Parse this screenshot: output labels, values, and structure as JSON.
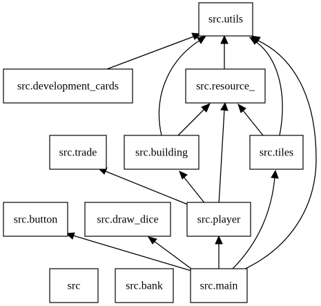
{
  "diagram": {
    "nodes": [
      {
        "id": "utils",
        "label": "src.utils"
      },
      {
        "id": "development_cards",
        "label": "src.development_cards"
      },
      {
        "id": "resource_",
        "label": "src.resource_"
      },
      {
        "id": "trade",
        "label": "src.trade"
      },
      {
        "id": "building",
        "label": "src.building"
      },
      {
        "id": "tiles",
        "label": "src.tiles"
      },
      {
        "id": "button",
        "label": "src.button"
      },
      {
        "id": "draw_dice",
        "label": "src.draw_dice"
      },
      {
        "id": "player",
        "label": "src.player"
      },
      {
        "id": "src",
        "label": "src"
      },
      {
        "id": "bank",
        "label": "src.bank"
      },
      {
        "id": "main",
        "label": "src.main"
      }
    ],
    "edges": [
      {
        "from": "development_cards",
        "to": "utils"
      },
      {
        "from": "resource_",
        "to": "utils"
      },
      {
        "from": "building",
        "to": "utils"
      },
      {
        "from": "building",
        "to": "resource_"
      },
      {
        "from": "tiles",
        "to": "utils"
      },
      {
        "from": "tiles",
        "to": "resource_"
      },
      {
        "from": "player",
        "to": "trade"
      },
      {
        "from": "player",
        "to": "building"
      },
      {
        "from": "player",
        "to": "resource_"
      },
      {
        "from": "main",
        "to": "button"
      },
      {
        "from": "main",
        "to": "draw_dice"
      },
      {
        "from": "main",
        "to": "player"
      },
      {
        "from": "main",
        "to": "tiles"
      },
      {
        "from": "main",
        "to": "utils"
      }
    ]
  }
}
